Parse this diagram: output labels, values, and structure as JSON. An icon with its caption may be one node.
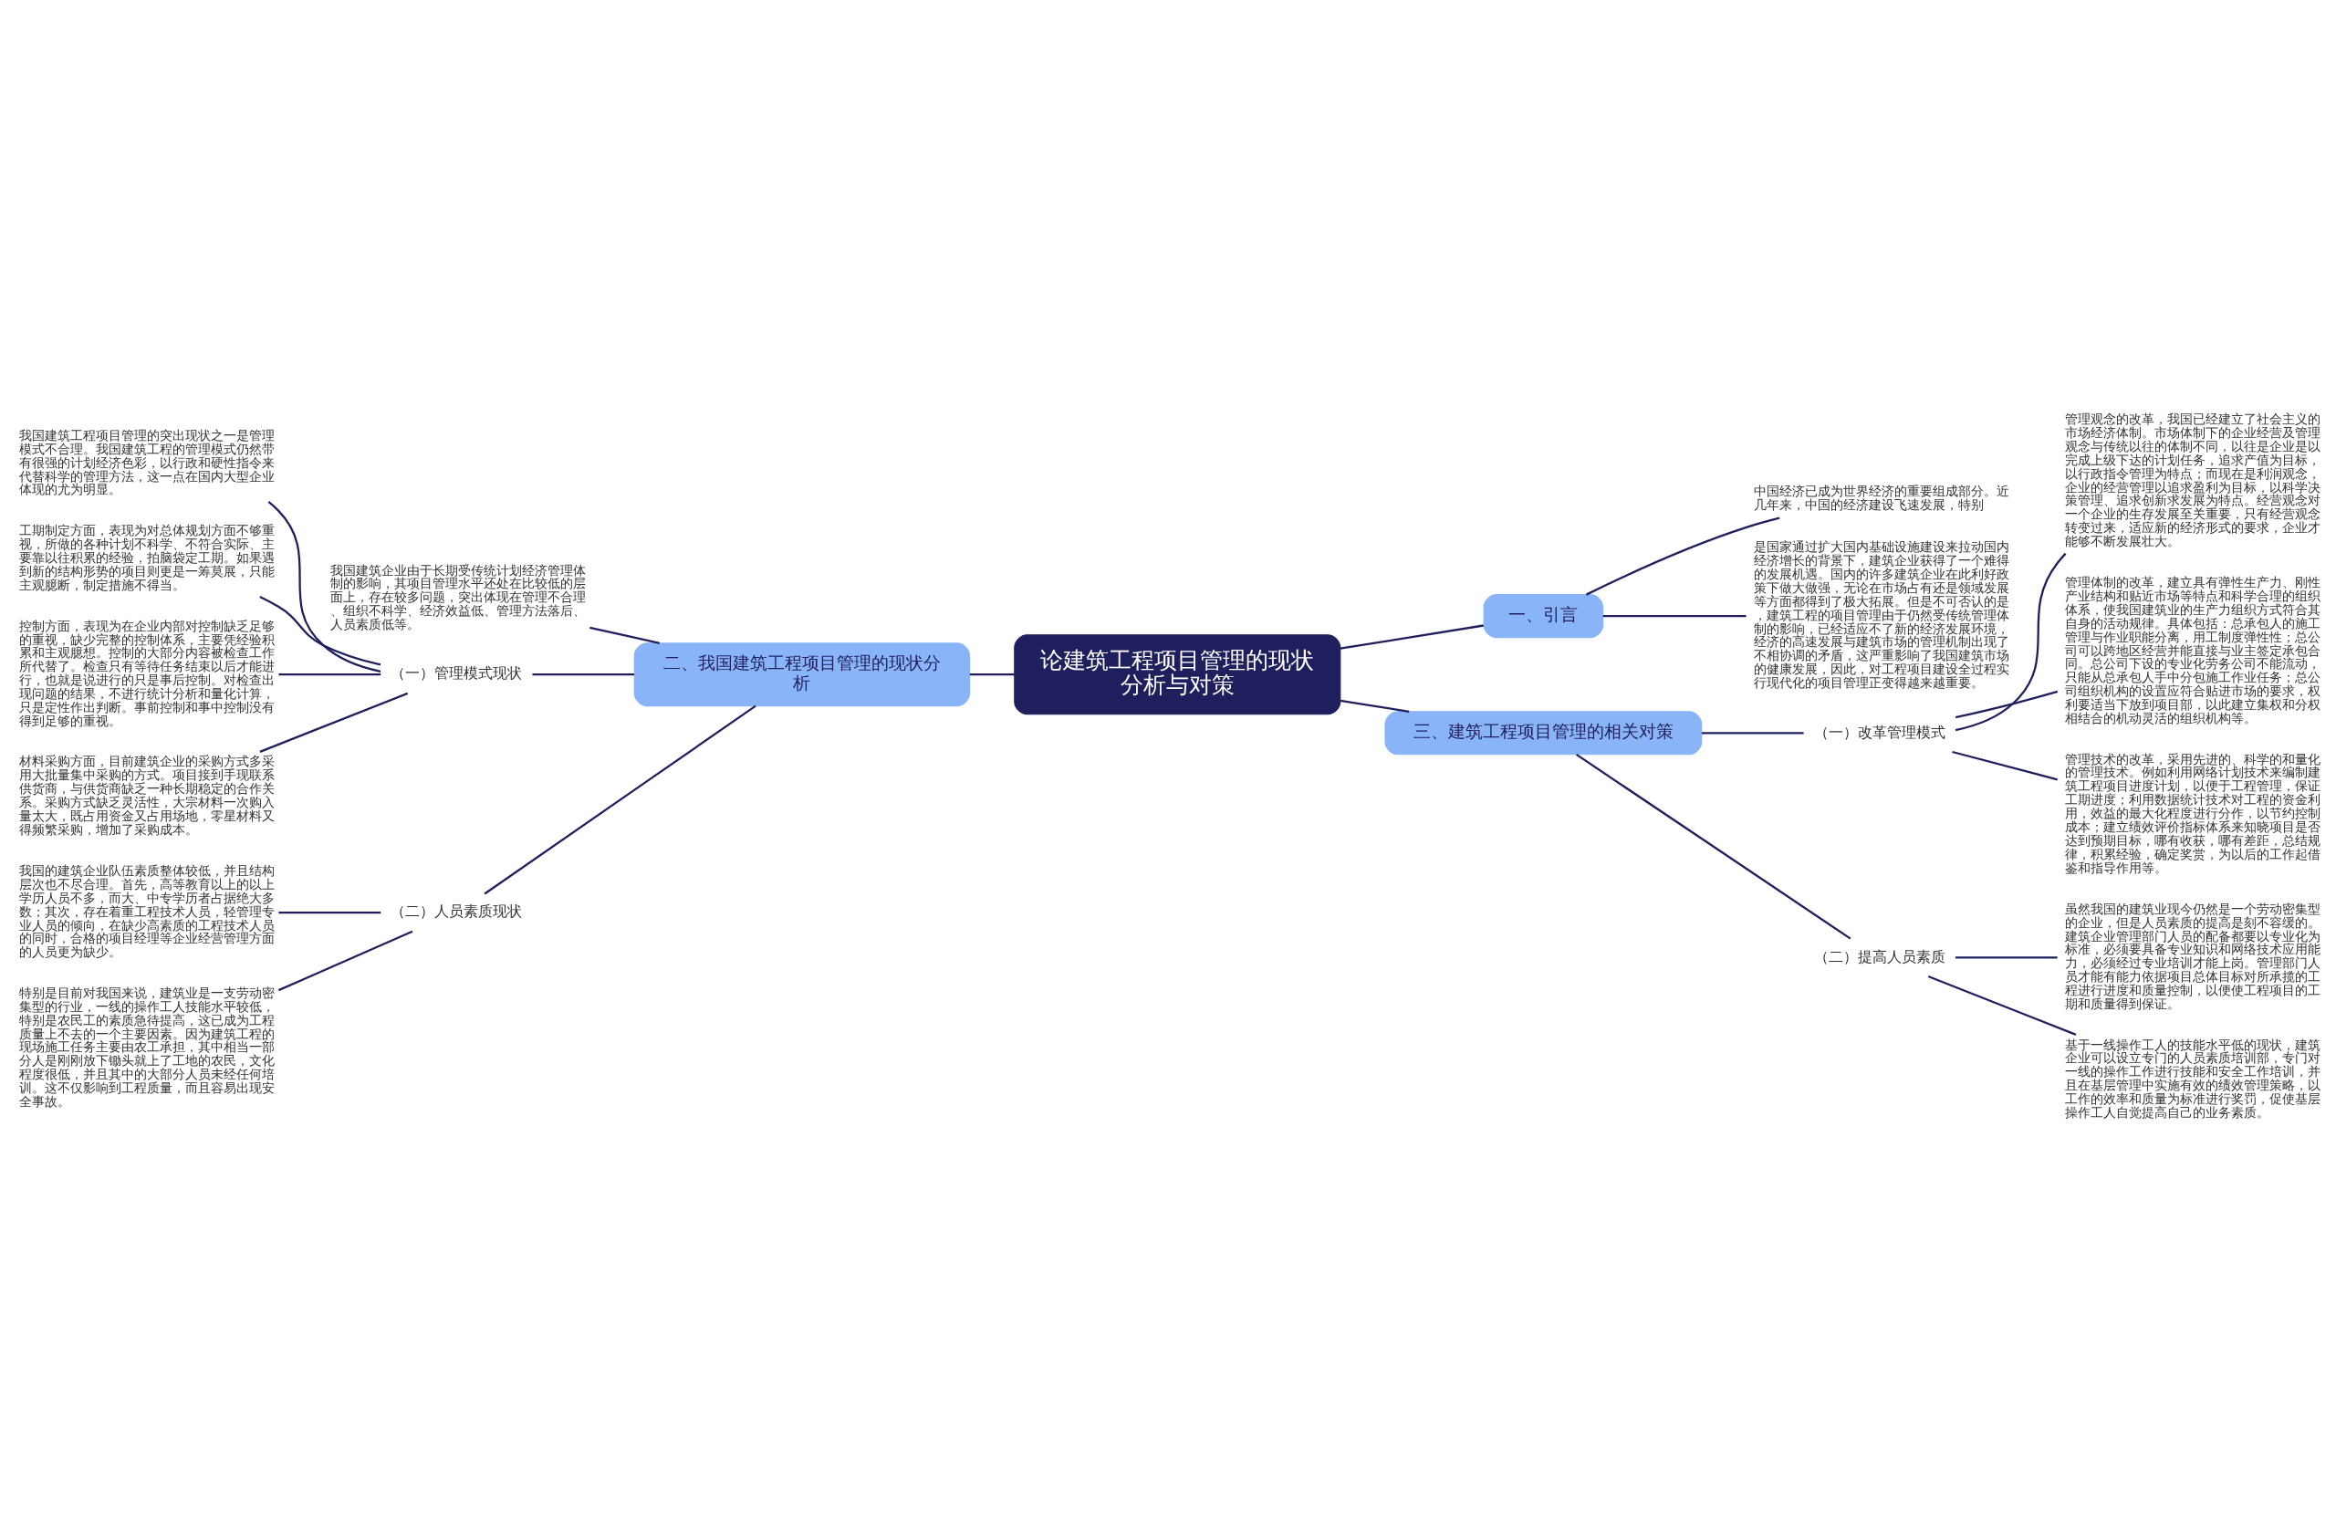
{
  "diagram": {
    "nodes": [
      {
        "text": [
          "论建筑工程项目管理的现状分析与对策"
        ]
      },
      {
        "text": [
          "一、引言"
        ]
      },
      {
        "text": [
          "中国经济已成为世界经济的重要组成部分。近几年来，中国的经济建设飞速发展，特别"
        ]
      },
      {
        "text": [
          "是国家通过扩大国内基础设施建设来拉动国内经济增长的背景下，建筑企业获得了一个难得的发展机遇。国内的许多建筑企业在此利好政策下做大做强，无论在市场占有还是领域发展等方面都得到了极大拓展。但是不可否认的是，建筑工程的项目管理由于仍然受传统管理体制的影响，已经适应不了新的经济发展环境，经济的高速发展与建筑市场的管理机制出现了不相协调的矛盾，这严重影响了我国建筑市场的健康发展，因此，对工程项目建设全过程实行现代化的项目管理正变得越来越重要。"
        ]
      },
      {
        "text": [
          "二、我国建筑工程项目管理的现状分析"
        ]
      },
      {
        "text": [
          "我国建筑企业由于长期受传统计划经济管理体制的影响，其项目管理水平还处在比较低的层面上，存在较多问题，突出体现在管理不合理、组织不科学、经济效益低、管理方法落后、人员素质低等。"
        ]
      },
      {
        "text": [
          "（一）管理模式现状"
        ]
      },
      {
        "text": [
          "我国建筑工程项目管理的突出现状之一是管理模式不合理。我国建筑工程的管理模式仍然带有很强的计划经济色彩，以行政和硬性指令来代替科学的管理方法，这一点在国内大型企业体现的尤为明显。"
        ]
      },
      {
        "text": [
          "工期制定方面，表现为对总体规划方面不够重视，所做的各种计划不科学、不符合实际、主要靠以往积累的经验，拍脑袋定工期。如果遇到新的结构形势的项目则更是一筹莫展，只能主观臆断，制定措施不得当。"
        ]
      },
      {
        "text": [
          "控制方面，表现为在企业内部对控制缺乏足够的重视，缺少完整的控制体系，主要凭经验积累和主观臆想。控制的大部分内容被检查工作所代替了。检查只有等待任务结束以后才能进行，也就是说进行的只是事后控制。对检查出现问题的结果，不进行统计分析和量化计算，只是定性作出判断。事前控制和事中控制没有得到足够的重视。"
        ]
      },
      {
        "text": [
          "材料采购方面，目前建筑企业的采购方式多采用大批量集中采购的方式。项目接到手现联系供货商，与供货商缺乏一种长期稳定的合作关系。采购方式缺乏灵活性，大宗材料一次购入量太大，既占用资金又占用场地，零星材料又得频繁采购，增加了采购成本。"
        ]
      },
      {
        "text": [
          "（二）人员素质现状"
        ]
      },
      {
        "text": [
          "我国的建筑企业队伍素质整体较低，并且结构层次也不尽合理。首先，高等教育以上的以上学历人员不多，而大、中专学历者占据绝大多数；其次，存在着重工程技术人员，轻管理专业人员的倾向，在缺少高素质的工程技术人员的同时，合格的项目经理等企业经营管理方面的人员更为缺少。"
        ]
      },
      {
        "text": [
          "特别是目前对我国来说，建筑业是一支劳动密集型的行业，一线的操作工人技能水平较低，特别是农民工的素质急待提高，这已成为工程质量上不去的一个主要因素。因为建筑工程的现场施工任务主要由农工承担，其中相当一部分人是刚刚放下锄头就上了工地的农民，文化程度很低，并且其中的大部分人员未经任何培训。这不仅影响到工程质量，而且容易出现安全事故。"
        ]
      },
      {
        "text": [
          "三、建筑工程项目管理的相关对策"
        ]
      },
      {
        "text": [
          "（一）改革管理模式"
        ]
      },
      {
        "text": [
          "管理观念的改革，我国已经建立了社会主义的市场经济体制。市场体制下的企业经营及管理观念与传统以往的体制不同，以往是企业是以完成上级下达的计划任务，追求产值为目标，以行政指令管理为特点；而现在是利润观念，企业的经营管理以追求盈利为目标，以科学决策管理、追求创新求发展为特点。经营观念对一个企业的生存发展至关重要，只有经营观念转变过来，适应新的经济形式的要求，企业才能够不断发展壮大。"
        ]
      },
      {
        "text": [
          "管理体制的改革，建立具有弹性生产力、刚性产业结构和贴近市场等特点和科学合理的组织体系，使我国建筑业的生产力组织方式符合其自身的活动规律。具体包括：总承包人的施工管理与作业职能分离，用工制度弹性性；总公司可以跨地区经营并能直接与业主签定承包合同。总公司下设的专业化劳务公司不能流动，只能从总承包人手中分包施工作业任务；总公司组织机构的设置应符合贴进市场的要求，权利要适当下放到项目部，以此建立集权和分权相结合的机动灵活的组织机构等。"
        ]
      },
      {
        "text": [
          "管理技术的改革，采用先进的、科学的和量化的管理技术。例如利用网络计划技术来编制建筑工程项目进度计划，以便于工程管理，保证工期进度；利用数据统计技术对工程的资金利用，效益的最大化程度进行分作，以节约控制成本；建立绩效评价指标体系来知晓项目是否达到预期目标，哪有收获，哪有差距，总结规律，积累经验，确定奖赏，为以后的工作起借鉴和指导作用等。"
        ]
      },
      {
        "text": [
          "（二）提高人员素质"
        ]
      },
      {
        "text": [
          "虽然我国的建筑业现今仍然是一个劳动密集型的企业，但是人员素质的提高是刻不容缓的。建筑企业管理部门人员的配备都要以专业化为标准，必须要具备专业知识和网络技术应用能力，必须经过专业培训才能上岗。管理部门人员才能有能力依据项目总体目标对所承揽的工程进行进度和质量控制，以便使工程项目的工期和质量得到保证。"
        ]
      },
      {
        "text": [
          "基于一线操作工人的技能水平低的现状，建筑企业可以设立专门的人员素质培训部，专门对一线的操作工作进行技能和安全工作培训，并且在基层管理中实施有效的绩效管理策略，以工作的效率和质量为标准进行奖罚，促使基层操作工人自觉提高自己的业务素质。"
        ]
      }
    ],
    "edges": [
      {
        "from": 0,
        "to": 1,
        "arrow": "none"
      },
      {
        "from": 1,
        "to": 2,
        "arrow": "none"
      },
      {
        "from": 1,
        "to": 3,
        "arrow": "none"
      },
      {
        "from": 0,
        "to": 4,
        "arrow": "none"
      },
      {
        "from": 4,
        "to": 5,
        "arrow": "none"
      },
      {
        "from": 4,
        "to": 6,
        "arrow": "none"
      },
      {
        "from": 6,
        "to": 7,
        "arrow": "none"
      },
      {
        "from": 6,
        "to": 8,
        "arrow": "none"
      },
      {
        "from": 6,
        "to": 9,
        "arrow": "none"
      },
      {
        "from": 6,
        "to": 10,
        "arrow": "none"
      },
      {
        "from": 4,
        "to": 11,
        "arrow": "none"
      },
      {
        "from": 11,
        "to": 12,
        "arrow": "none"
      },
      {
        "from": 11,
        "to": 13,
        "arrow": "none"
      },
      {
        "from": 0,
        "to": 14,
        "arrow": "none"
      },
      {
        "from": 14,
        "to": 15,
        "arrow": "none"
      },
      {
        "from": 15,
        "to": 16,
        "arrow": "none"
      },
      {
        "from": 15,
        "to": 17,
        "arrow": "none"
      },
      {
        "from": 15,
        "to": 18,
        "arrow": "none"
      },
      {
        "from": 14,
        "to": 19,
        "arrow": "none"
      },
      {
        "from": 19,
        "to": 20,
        "arrow": "none"
      },
      {
        "from": 19,
        "to": 21,
        "arrow": "none"
      }
    ]
  }
}
